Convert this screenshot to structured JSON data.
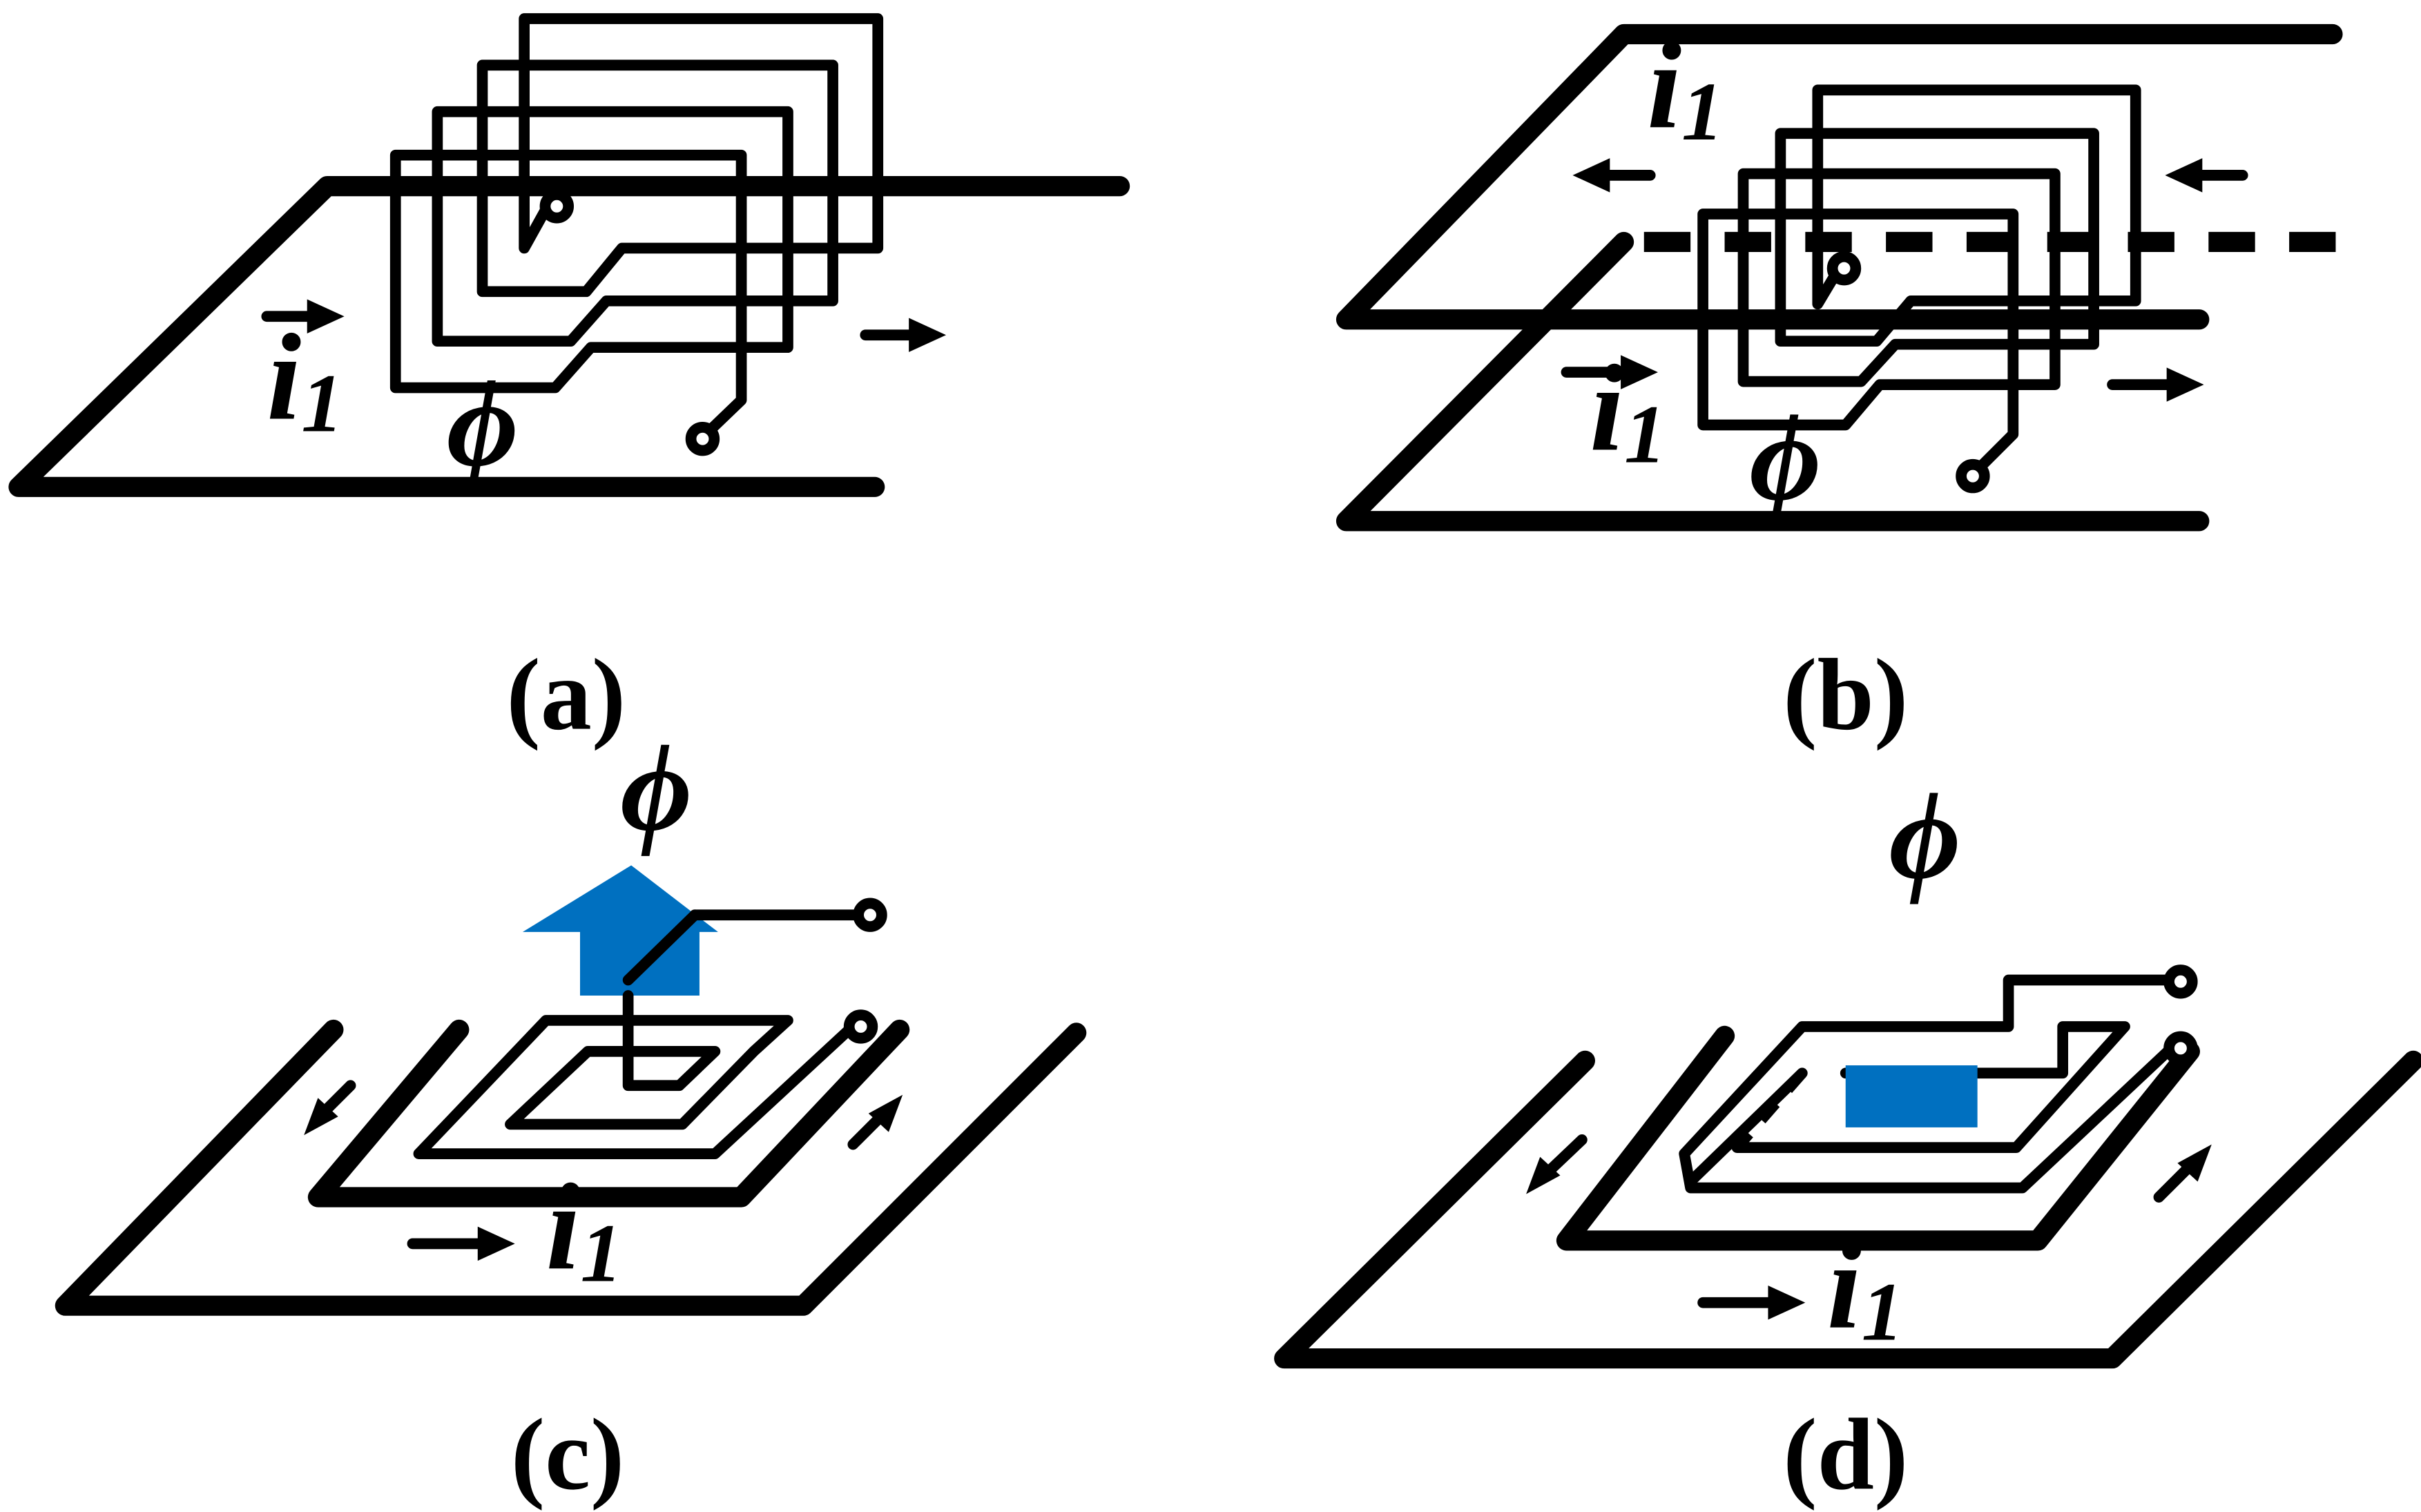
{
  "colors": {
    "wire": "#000000",
    "core": "#0070C0",
    "background": "#ffffff"
  },
  "panels": {
    "a": {
      "caption": "(a)",
      "current_label": "i",
      "current_subscript": "1",
      "flux_label": "ϕ"
    },
    "b": {
      "caption": "(b)",
      "current_label_upper": "i",
      "current_subscript_upper": "1",
      "current_label": "i",
      "current_subscript": "1",
      "flux_label": "ϕ"
    },
    "c": {
      "caption": "(c)",
      "current_label": "i",
      "current_subscript": "1",
      "flux_label": "ϕ"
    },
    "d": {
      "caption": "(d)",
      "current_label": "i",
      "current_subscript": "1",
      "flux_label": "ϕ"
    }
  }
}
